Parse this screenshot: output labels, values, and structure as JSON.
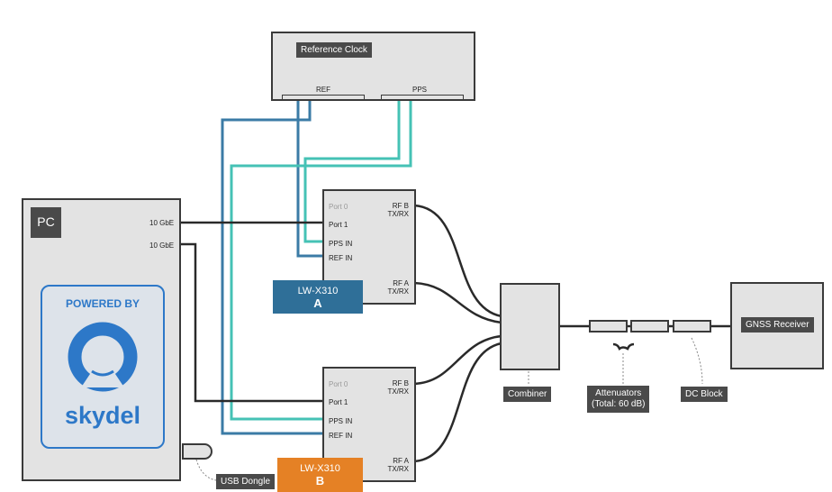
{
  "reference_clock": {
    "title": "Reference Clock",
    "ref_port": "REF",
    "pps_port": "PPS"
  },
  "pc": {
    "title": "PC",
    "port_1": "10 GbE",
    "port_2": "10 GbE",
    "logo": {
      "tagline": "POWERED BY",
      "brand": "skydel"
    }
  },
  "usb_dongle": {
    "label": "USB Dongle"
  },
  "radio_a": {
    "model": "LW-X310",
    "letter": "A",
    "port0": "Port 0",
    "port1": "Port 1",
    "pps_in": "PPS IN",
    "ref_in": "REF IN",
    "rf_b": "RF B\nTX/RX",
    "rf_a": "RF A\nTX/RX"
  },
  "radio_b": {
    "model": "LW-X310",
    "letter": "B",
    "port0": "Port 0",
    "port1": "Port 1",
    "pps_in": "PPS IN",
    "ref_in": "REF IN",
    "rf_b": "RF B\nTX/RX",
    "rf_a": "RF A\nTX/RX"
  },
  "combiner": {
    "label": "Combiner"
  },
  "attenuators": {
    "label_line1": "Attenuators",
    "label_line2": "(Total: 60 dB)"
  },
  "dc_block": {
    "label": "DC Block"
  },
  "gnss_receiver": {
    "label": "GNSS Receiver"
  },
  "colors": {
    "ref_cable": "#3b7ba6",
    "pps_cable": "#45c2b5",
    "data_cable": "#2a2a2a",
    "radio_a_tag": "#2f6f98",
    "radio_b_tag": "#e58125",
    "logo_blue": "#2d78c8"
  }
}
